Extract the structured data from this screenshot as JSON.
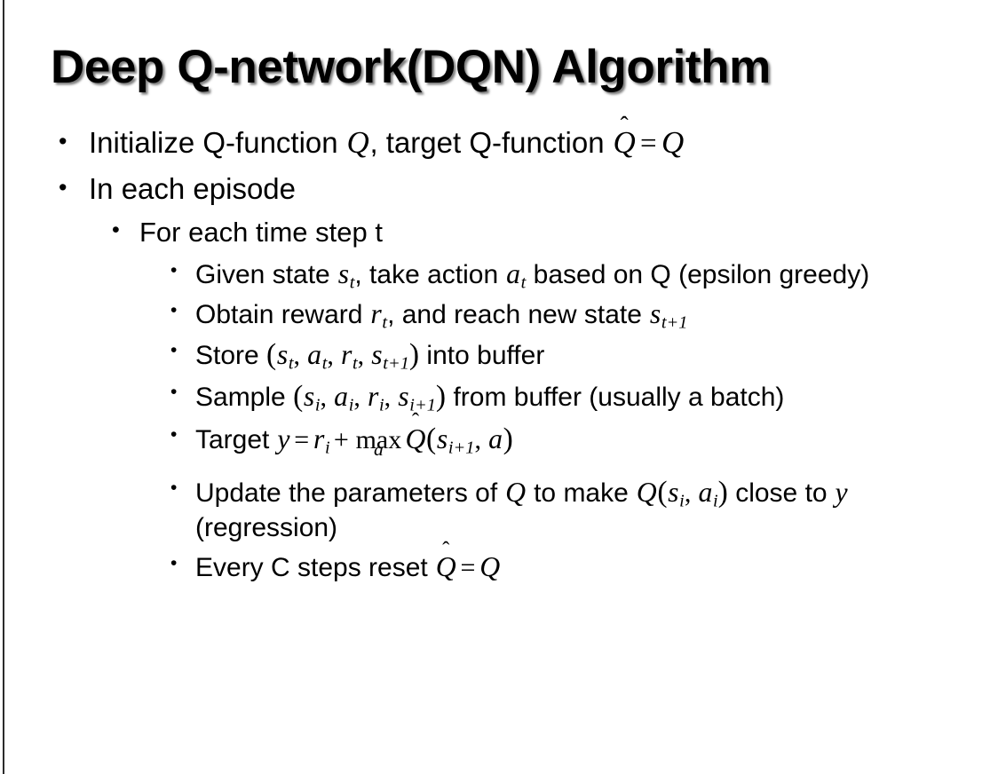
{
  "slide": {
    "title": "Deep Q-network(DQN) Algorithm",
    "background_color": "#ffffff",
    "text_color": "#000000",
    "edge_color": "#2b2b2b",
    "bullet_glyph": "•"
  },
  "content": {
    "b1": {
      "level": 1,
      "parts": {
        "t1": "Initialize Q-function ",
        "q1": "Q",
        "t2": ", target Q-function ",
        "qhat": "Q",
        "hat": "̂",
        "eq": "=",
        "q2": "Q"
      },
      "plain": "Initialize Q-function Q, target Q-function Q̂ = Q"
    },
    "b2": {
      "level": 1,
      "text": "In each episode"
    },
    "b3": {
      "level": 2,
      "text": "For each time step t"
    },
    "b4": {
      "level": 3,
      "parts": {
        "t1": "Given state ",
        "s": "s",
        "ssub": "t",
        "t2": ", take action ",
        "a": "a",
        "asub": "t",
        "t3": " based on Q (epsilon greedy)"
      },
      "plain": "Given state s_t, take action a_t based on Q (epsilon greedy)"
    },
    "b5": {
      "level": 3,
      "parts": {
        "t1": "Obtain reward ",
        "r": "r",
        "rsub": "t",
        "t2": ", and reach new state ",
        "s": "s",
        "ssub": "t+1"
      },
      "plain": "Obtain reward r_t, and reach new state s_{t+1}"
    },
    "b6": {
      "level": 3,
      "parts": {
        "t1": "Store ",
        "open": "(",
        "s1": "s",
        "s1sub": "t",
        "c1": ", ",
        "a1": "a",
        "a1sub": "t",
        "c2": ", ",
        "r1": "r",
        "r1sub": "t",
        "c3": ", ",
        "s2": "s",
        "s2sub": "t+1",
        "close": ")",
        "t2": " into buffer"
      },
      "plain": "Store (s_t, a_t, r_t, s_{t+1}) into buffer"
    },
    "b7": {
      "level": 3,
      "parts": {
        "t1": "Sample ",
        "open": "(",
        "s1": "s",
        "s1sub": "i",
        "c1": ", ",
        "a1": "a",
        "a1sub": "i",
        "c2": ", ",
        "r1": "r",
        "r1sub": "i",
        "c3": ", ",
        "s2": "s",
        "s2sub": "i+1",
        "close": ")",
        "t2": " from buffer (usually a batch)"
      },
      "plain": "Sample (s_i, a_i, r_i, s_{i+1}) from buffer (usually a batch)"
    },
    "b8": {
      "level": 3,
      "parts": {
        "t1": "Target ",
        "y": "y",
        "eq": "=",
        "r": "r",
        "rsub": "i",
        "plus": "+",
        "max": "max",
        "maxsub": "a",
        "qhat": "Q",
        "hat": "̂",
        "open": "(",
        "s": "s",
        "ssub": "i+1",
        "comma": ", ",
        "a": "a",
        "close": ")"
      },
      "plain": "Target y = r_i + max_a Q̂(s_{i+1}, a)"
    },
    "b9": {
      "level": 3,
      "parts": {
        "t1": "Update the parameters of ",
        "q1": "Q",
        "t2": " to make ",
        "q2": "Q",
        "open": "(",
        "s": "s",
        "ssub": "i",
        "comma": ", ",
        "a": "a",
        "asub": "i",
        "close": ")",
        "t3": " close to ",
        "y": "y",
        "t4": " (regression)"
      },
      "plain": "Update the parameters of Q to make Q(s_i, a_i) close to y (regression)"
    },
    "b10": {
      "level": 3,
      "parts": {
        "t1": "Every C steps reset ",
        "qhat": "Q",
        "hat": "̂",
        "eq": "=",
        "q": "Q"
      },
      "plain": "Every C steps reset Q̂ = Q"
    }
  }
}
